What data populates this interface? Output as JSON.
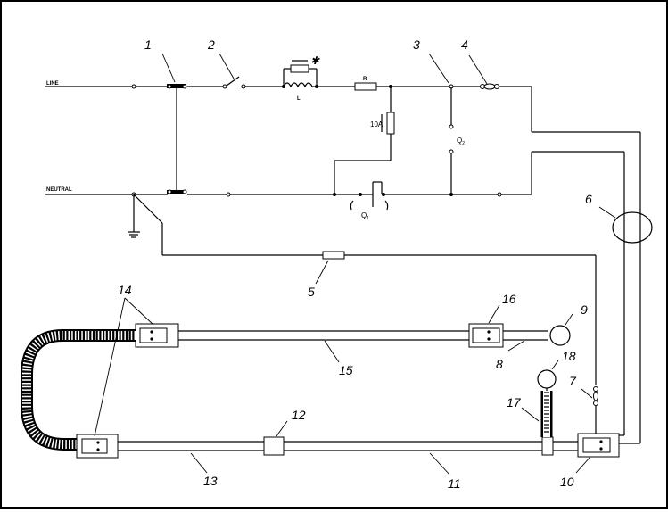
{
  "labels": {
    "line": "LINE",
    "neutral": "NEUTRAL",
    "inductor": "L",
    "resistor": "R",
    "star": "✱",
    "cap": "10A",
    "q1": "Q",
    "q1_sub": "1",
    "q2": "Q",
    "q2_sub": "2"
  },
  "callouts": [
    "1",
    "2",
    "3",
    "4",
    "5",
    "6",
    "7",
    "8",
    "9",
    "10",
    "11",
    "12",
    "13",
    "14",
    "15",
    "16",
    "17",
    "18"
  ]
}
